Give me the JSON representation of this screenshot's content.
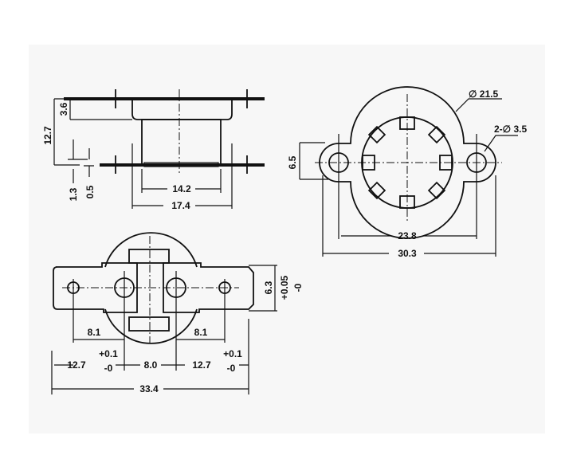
{
  "side_view": {
    "dims": {
      "height_total": "12.7",
      "cup_depth": "3.6",
      "flange_offset": "1.3",
      "flange_thickness": "0.5",
      "body_width": "14.2",
      "cup_width": "17.4"
    }
  },
  "top_view": {
    "dims": {
      "outer_diameter": "∅ 21.5",
      "holes": "2-∅ 3.5",
      "ear_height": "6.5",
      "hole_spacing": "23.8",
      "overall_width": "30.3"
    }
  },
  "bottom_view": {
    "dims": {
      "terminal_width": "6.3",
      "terminal_tol_plus": "+0.05",
      "terminal_tol_minus": "-0",
      "left_offset": "8.1",
      "right_offset": "8.1",
      "left_length": "12.7",
      "center_gap": "8.0",
      "right_length": "12.7",
      "tol_plus_left": "+0.1",
      "tol_minus_left": "-0",
      "tol_plus_right": "+0.1",
      "tol_minus_right": "-0",
      "overall_length": "33.4"
    }
  }
}
